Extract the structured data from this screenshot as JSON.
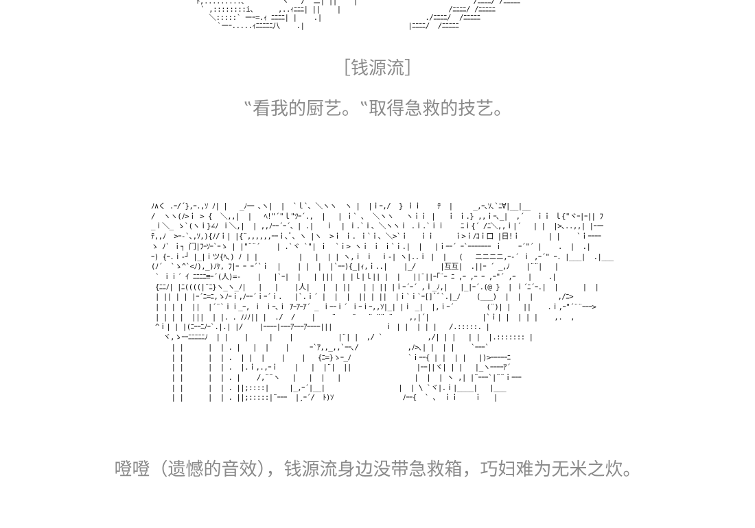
{
  "art": {
    "top_fragment": " ﾄ,.........、        ヽ   /  ニ| ||    |                            /ﾆﾆﾆﾆ/ /ﾆﾆﾆﾆﾆ\n  ` ,::::::::i、     ,..ｨﾆﾆﾆ| ||    |                          /ﾆﾆﾆﾆ/ /ﾆﾆﾆﾆﾆ\n    ＼:::::` ーｰ=.ｨ ﾆﾆﾆﾆ| |    .|                         ./ﾆﾆﾆﾆ/  /ﾆﾆﾆﾆﾆ\n      `ーｰ.....ｨﾆﾆﾆﾆﾆ八    .|                         |ﾆﾆﾆﾆ/  /ﾆﾆﾆﾆﾆ",
    "main_scene": " ﾉ∧く .ｰ/´},ｰ.,ｿ ﾉ| |   _ﾉ一 ､ヽ|  |  `ｌ`､ ＼ヽヽ  ヽ |  |ｉｰ,/  } ｉｉ    ﾃ  |     _,ｰ､ｿ､`ﾆ∀|__|__\n /  ヽヽ(ﾉ>ｉ > {  ＼,,|  |   ﾍ!\"´\"ｌ\"ﾂｰ´.,  |   | ｉ` ､  ＼ヽヽ   ヽｉｉ |   ｉ ｉ.} ,,ｉｰ､_|  ,´   ｉｉ ｌ{\"ヾｰ|ｰ|| ﾌ\n _ｉ＼_ ゝ`(ヽｉ}∠ﾉ ｉ＼,|  | ,,ﾉｰｰ´ｰ´、| .|   ｉ  | ｉ.`ｉ､ ＼ヽヽｉ .ｉ.`ｉｉ    ﾆｉ{´ /ﾆ＼,,ｉ|´   | |  |>､..,,| |ｰー\n ﾃ,,ﾉ  >ｰ-`､,ｿ,){ﾉ/ｉ| |{¨,,,,,,ｰｰｉ､ﾞ、ヽ |ヽ  >ｉ ｉ. ｉ`ｉ､ ＼>`ｉ   ｉｉ     ｉ>ｉﾉｺｉ口 |日!ｉ       | |    `ｉｰｰｰｰ\n ゝ ﾉ` ｉ┐ 门|ﾌｰｿｰ`ｰゝ | |\"¨¨´    | .`ヾ `\"| ｉ  `ｉ> ヽｉ ｉ ｉ`ｉ.|  |   |ｉｰｰ´ ｰ`ｰｰｰｰｰｰｰ ｉ    ｰ´\"´ |    .  |  .|\n ｰ) {ｰ.ｉ-┘ |_|ｉツ{ﾍ､) ﾉ | |          |   |  | | ヽ,ｉ ｉ  ｉ-| ヽ|..ｉ |  |   (   ニニニニ,ｰ-´ ｉ ,ｰ´\" ｰ. |___|  .|___\n (ﾉ´  `ゝ^`<ﾉ),_)ﾉｹ, ﾌ|ｰ ｰ ｰ´`ｉ  |    | |  |  |`ｰｰ){_|ｨ,ｉ..|    |_/      |互互|  .||ｰ ´ _,ﾉ    |¨¨|   |\n  ` ｉｉ´ ｲ ﾆﾆﾆﾆ≡ｰ´(人)=-    |   |`ｰ|  |   | |||  | |ｌ|ｌ|| |  |   ||¨||ｰ｢¨ｰ ﾆ ,ｰ ,ｰ ｰ ,ｰ\"´ ,ｰ   |    .|\n  {ﾆﾆﾉ| |ﾆ((((|¨ﾆ}ヽ_ヽ_ﾉ|   |   |    |人|   |  | ||   | | || |ｉｰ´ｰ´ ,ｉ_ﾉ,|   |_|ｰ´.(@ }  | ｉ´ﾆ´ｰ.|  |      |  |\n  | || | | |ｰ´ﾆ=ﾆ,ゝﾉｰｉ,ﾉｰｰ´ｉｰ´ｉ.   |`.ｉ´ |  |  |  || | ||  |ｉ`ｉ`ｰ[]`ﾞ`.|_ﾉ    (___)  |  |  |      ,/ﾆ>\n  | | | |  ||  |´¨`ｉｉ_ｰ, ｉ ｉｰ､ｉ ｱｰｱｰｱ´ _ ｉｰｰｉ´ ｉｰｉｰ,,ｿ|_| |ｉ _|  |,ｉｰ´        (¨)| |   ||    .ｉ,ｰ\"´¨¨ｰｰｰ>\n  | | | |  |||  | |. . ﾉﾉﾉ|| |  ./  /    |    ¨    ¨   ¨ ¨¨ ¨    ,,|´|             |`ｉ| |  | | |    ,.  ,\n  ^ｉ| | |(ﾆｰｰﾆﾉｰ`.|.| |/    |ｰｰｰｰ|ｰｰｰｱｰｰｰｱｰｰｰｰ|||             ｉ | |  | | |   /.:::::. |\n    ヾ,ゝｰｰﾆﾆﾆﾆﾆﾉ  | |    |     |    |           |¨| |  ,/ `           ,/| | |   | |  |.::::::: |\n      | |      |  | . |   |  |    |     ｰ`ｱ,,_,,`ｰｰ､/            ,ﾉ>､| |  | |    `ｰｰｰ`\n      | |      |  | .  | |  |    |    |   {ﾆ=}ゝｰ_ﾉ              `ｉｰｰ{ | |  | |   |)>ｰｰｰｰｰﾆ\n      | |      |  | .  |.ｉ,.,ｰｉ    |   |  |¨|  ||                |ｰｰ||ヾ| | |   |_ヽｰｰｰｰｱ´\n      | |      |  | . |    /,¨¨ヽ   |   |  |   |                  |  |  | ヽ ,| |¨ｰｰｰ`|¨¨ｉｰｰｰ\n      | |      |  | . ||;::::|     |_,ｰ´|__|                  |  | \\ `ヾ|.ｉ|____|   |___\n      | |      |  | . ||;:::::|¨ｰｰｰ  |¸ｰ´/  ﾄ)ｿ                 ﾉｰｰ{  ` 、 ｉｉ    ｉ   |\n"
  },
  "captions": {
    "name": "［钱源流］",
    "quote": "‟看我的厨艺。‟取得急救的技艺。",
    "narration": "噔噔（遗憾的音效），钱源流身边没带急救箱，巧妇难为无米之炊。"
  }
}
